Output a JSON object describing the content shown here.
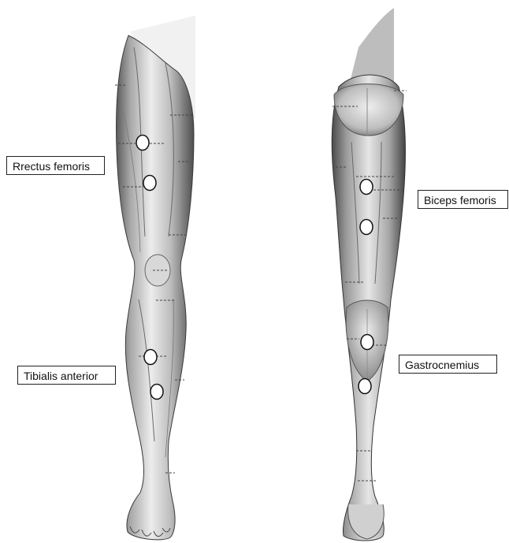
{
  "labels": {
    "rectus_femoris": "Rrectus femoris",
    "tibialis_anterior": "Tibialis anterior",
    "biceps_femoris": "Biceps femoris",
    "gastrocnemius": "Gastrocnemius"
  },
  "icons": {
    "electrode": "electrode-marker-icon"
  },
  "colors": {
    "background": "#ffffff",
    "skin_light": "#e9e9e9",
    "skin_mid": "#9a9a9a",
    "skin_dark": "#4a4a4a",
    "label_border": "#222222",
    "electrode_fill": "#ffffff"
  }
}
